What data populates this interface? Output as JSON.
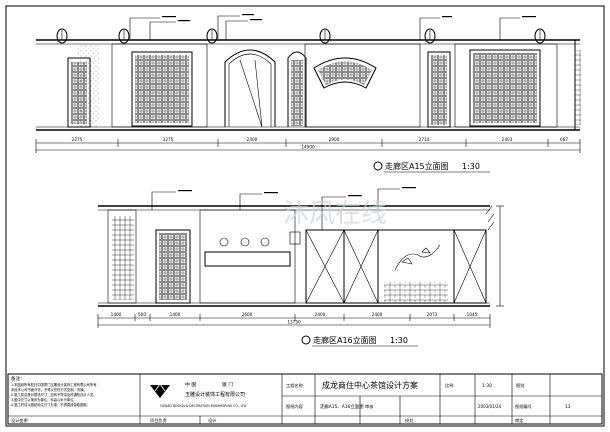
{
  "upper_elevation": {
    "title": "走廊区A15立面图",
    "scale": "1:30",
    "dims": [
      "2275",
      "3275",
      "2300",
      "2900",
      "2714",
      "2403",
      "667"
    ],
    "total": "14900"
  },
  "lower_elevation": {
    "title": "走廊区A16立面图",
    "scale": "1:30",
    "dims": [
      "1400",
      "500",
      "1400",
      "2600",
      "2400",
      "2400",
      "2073",
      "1045"
    ],
    "total": "13750"
  },
  "watermark": "沐风在线",
  "title_block": {
    "notes_label": "备注：",
    "notes_lines": [
      "1.本图纸所有权归中国厦门玉雕设计装饰工程有限公司所有，",
      "未经本公司书面许可，不得以任何方式复制、传播。",
      "2.施工前请核对现场尺寸，如有不符请及时通知设计人员。",
      "3.图中尺寸以毫米为单位，标高以米为单位。",
      "4.施工时请以图纸标注尺寸为准，不得直接量取图纸。"
    ],
    "design_unit_label": "设计变更",
    "company_cn_1": "中  国",
    "company_cn_2": "厦  门",
    "company_cn_full": "玉雕设计装饰工程有限公司",
    "company_en": "YUDIAO DESIGN & DECORATION ENGINEERING CO., LTD.",
    "project_label": "工程名称",
    "project_name": "成龙商住中心茶馆设计方案",
    "drawing_label": "图纸内容",
    "drawing_name": "走廊A15、A16立面图",
    "scale_label": "比例",
    "scale_value": "1:30",
    "sheet_label": "图别",
    "date_value": "2003/01/24",
    "number_label": "图纸编号",
    "number_value": "13",
    "manager_label": "项目负责",
    "design_label": "设计",
    "review_label": "审核",
    "check_label": "校对",
    "approve_label": "审定"
  }
}
